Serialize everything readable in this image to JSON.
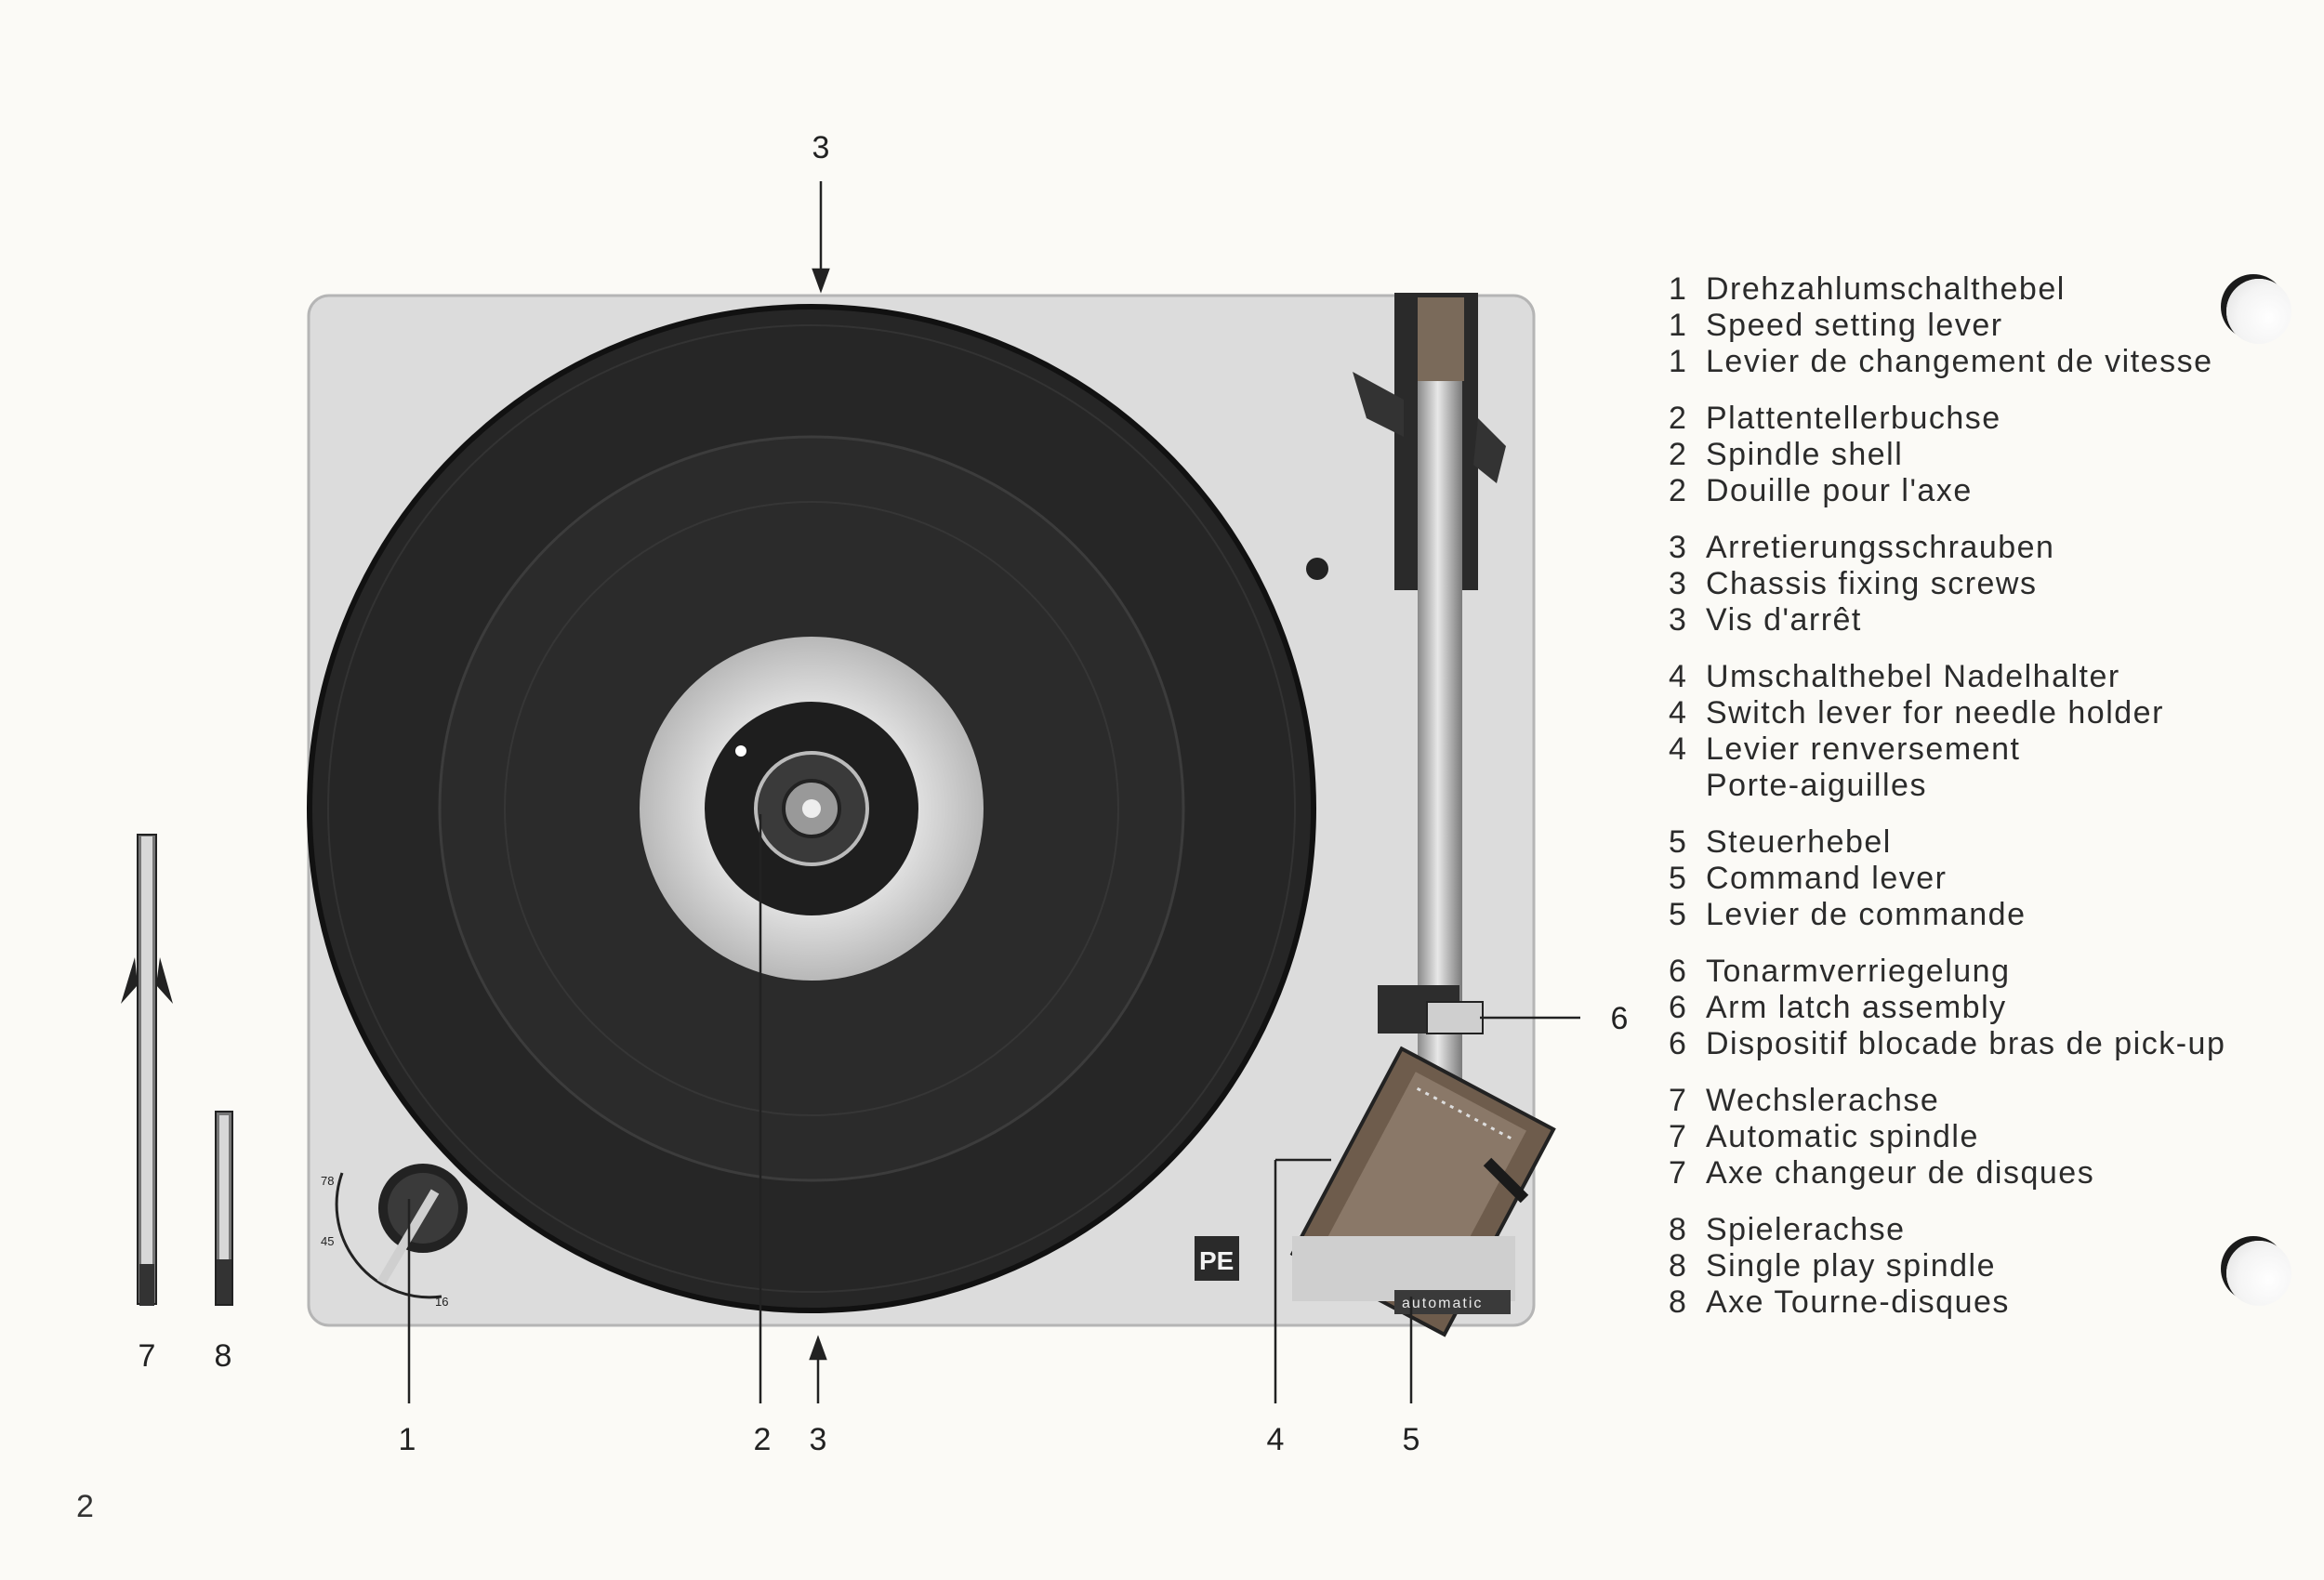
{
  "callouts": {
    "top_3": "3",
    "label_1": "1",
    "label_2": "2",
    "label_3_bottom": "3",
    "label_4": "4",
    "label_5": "5",
    "label_6": "6",
    "label_7": "7",
    "label_8": "8"
  },
  "logo_text": "PE",
  "panel_badge": "automatic",
  "legend": [
    {
      "num": "1",
      "lines": [
        "Drehzahlumschalthebel",
        "Speed setting lever",
        "Levier de changement de vitesse"
      ]
    },
    {
      "num": "2",
      "lines": [
        "Plattentellerbuchse",
        "Spindle shell",
        "Douille pour l'axe"
      ]
    },
    {
      "num": "3",
      "lines": [
        "Arretierungsschrauben",
        "Chassis fixing screws",
        "Vis d'arrêt"
      ]
    },
    {
      "num": "4",
      "lines": [
        "Umschalthebel Nadelhalter",
        "Switch lever for needle holder",
        "Levier renversement",
        "Porte-aiguilles"
      ]
    },
    {
      "num": "5",
      "lines": [
        "Steuerhebel",
        "Command lever",
        "Levier de commande"
      ]
    },
    {
      "num": "6",
      "lines": [
        "Tonarmverriegelung",
        "Arm latch assembly",
        "Dispositif blocade bras de pick-up"
      ]
    },
    {
      "num": "7",
      "lines": [
        "Wechslerachse",
        "Automatic spindle",
        "Axe changeur de disques"
      ]
    },
    {
      "num": "8",
      "lines": [
        "Spielerachse",
        "Single play spindle",
        "Axe Tourne-disques"
      ]
    }
  ],
  "page_number": "2",
  "colors": {
    "paper": "#fbfaf6",
    "chassis": "#dcdcdc",
    "platter": "#262626",
    "ink": "#222222"
  }
}
